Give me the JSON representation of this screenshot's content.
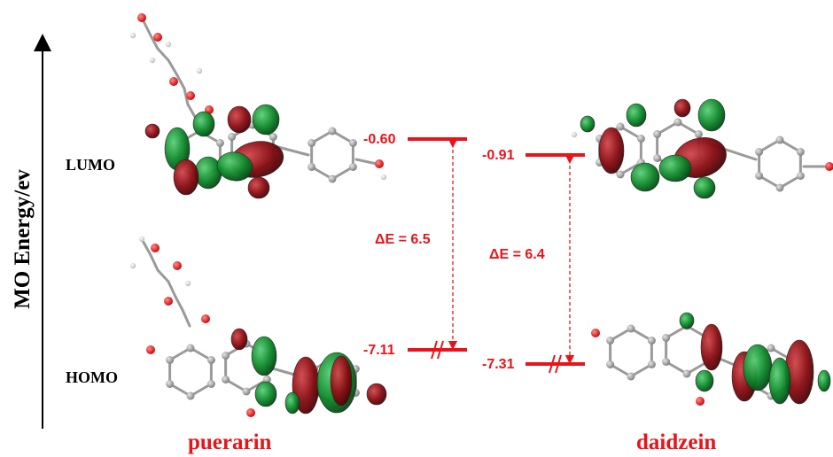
{
  "axis": {
    "title": "MO Energy/ev"
  },
  "orbitals": {
    "lumo": "LUMO",
    "homo": "HOMO"
  },
  "molecules": [
    {
      "name": "puerarin",
      "lumo_energy": "-0.60",
      "homo_energy": "-7.11",
      "gap_label": "ΔE = 6.5"
    },
    {
      "name": "daidzein",
      "lumo_energy": "-0.91",
      "homo_energy": "-7.31",
      "gap_label": "ΔE = 6.4"
    }
  ],
  "colors": {
    "level": "#e8141a",
    "label": "#e8141a",
    "lobe_green": "#0f8a2c",
    "lobe_red": "#8b0f14",
    "carbon": "#8f8f8f",
    "oxygen": "#e0151b",
    "hydrogen": "#f0f0f0"
  }
}
